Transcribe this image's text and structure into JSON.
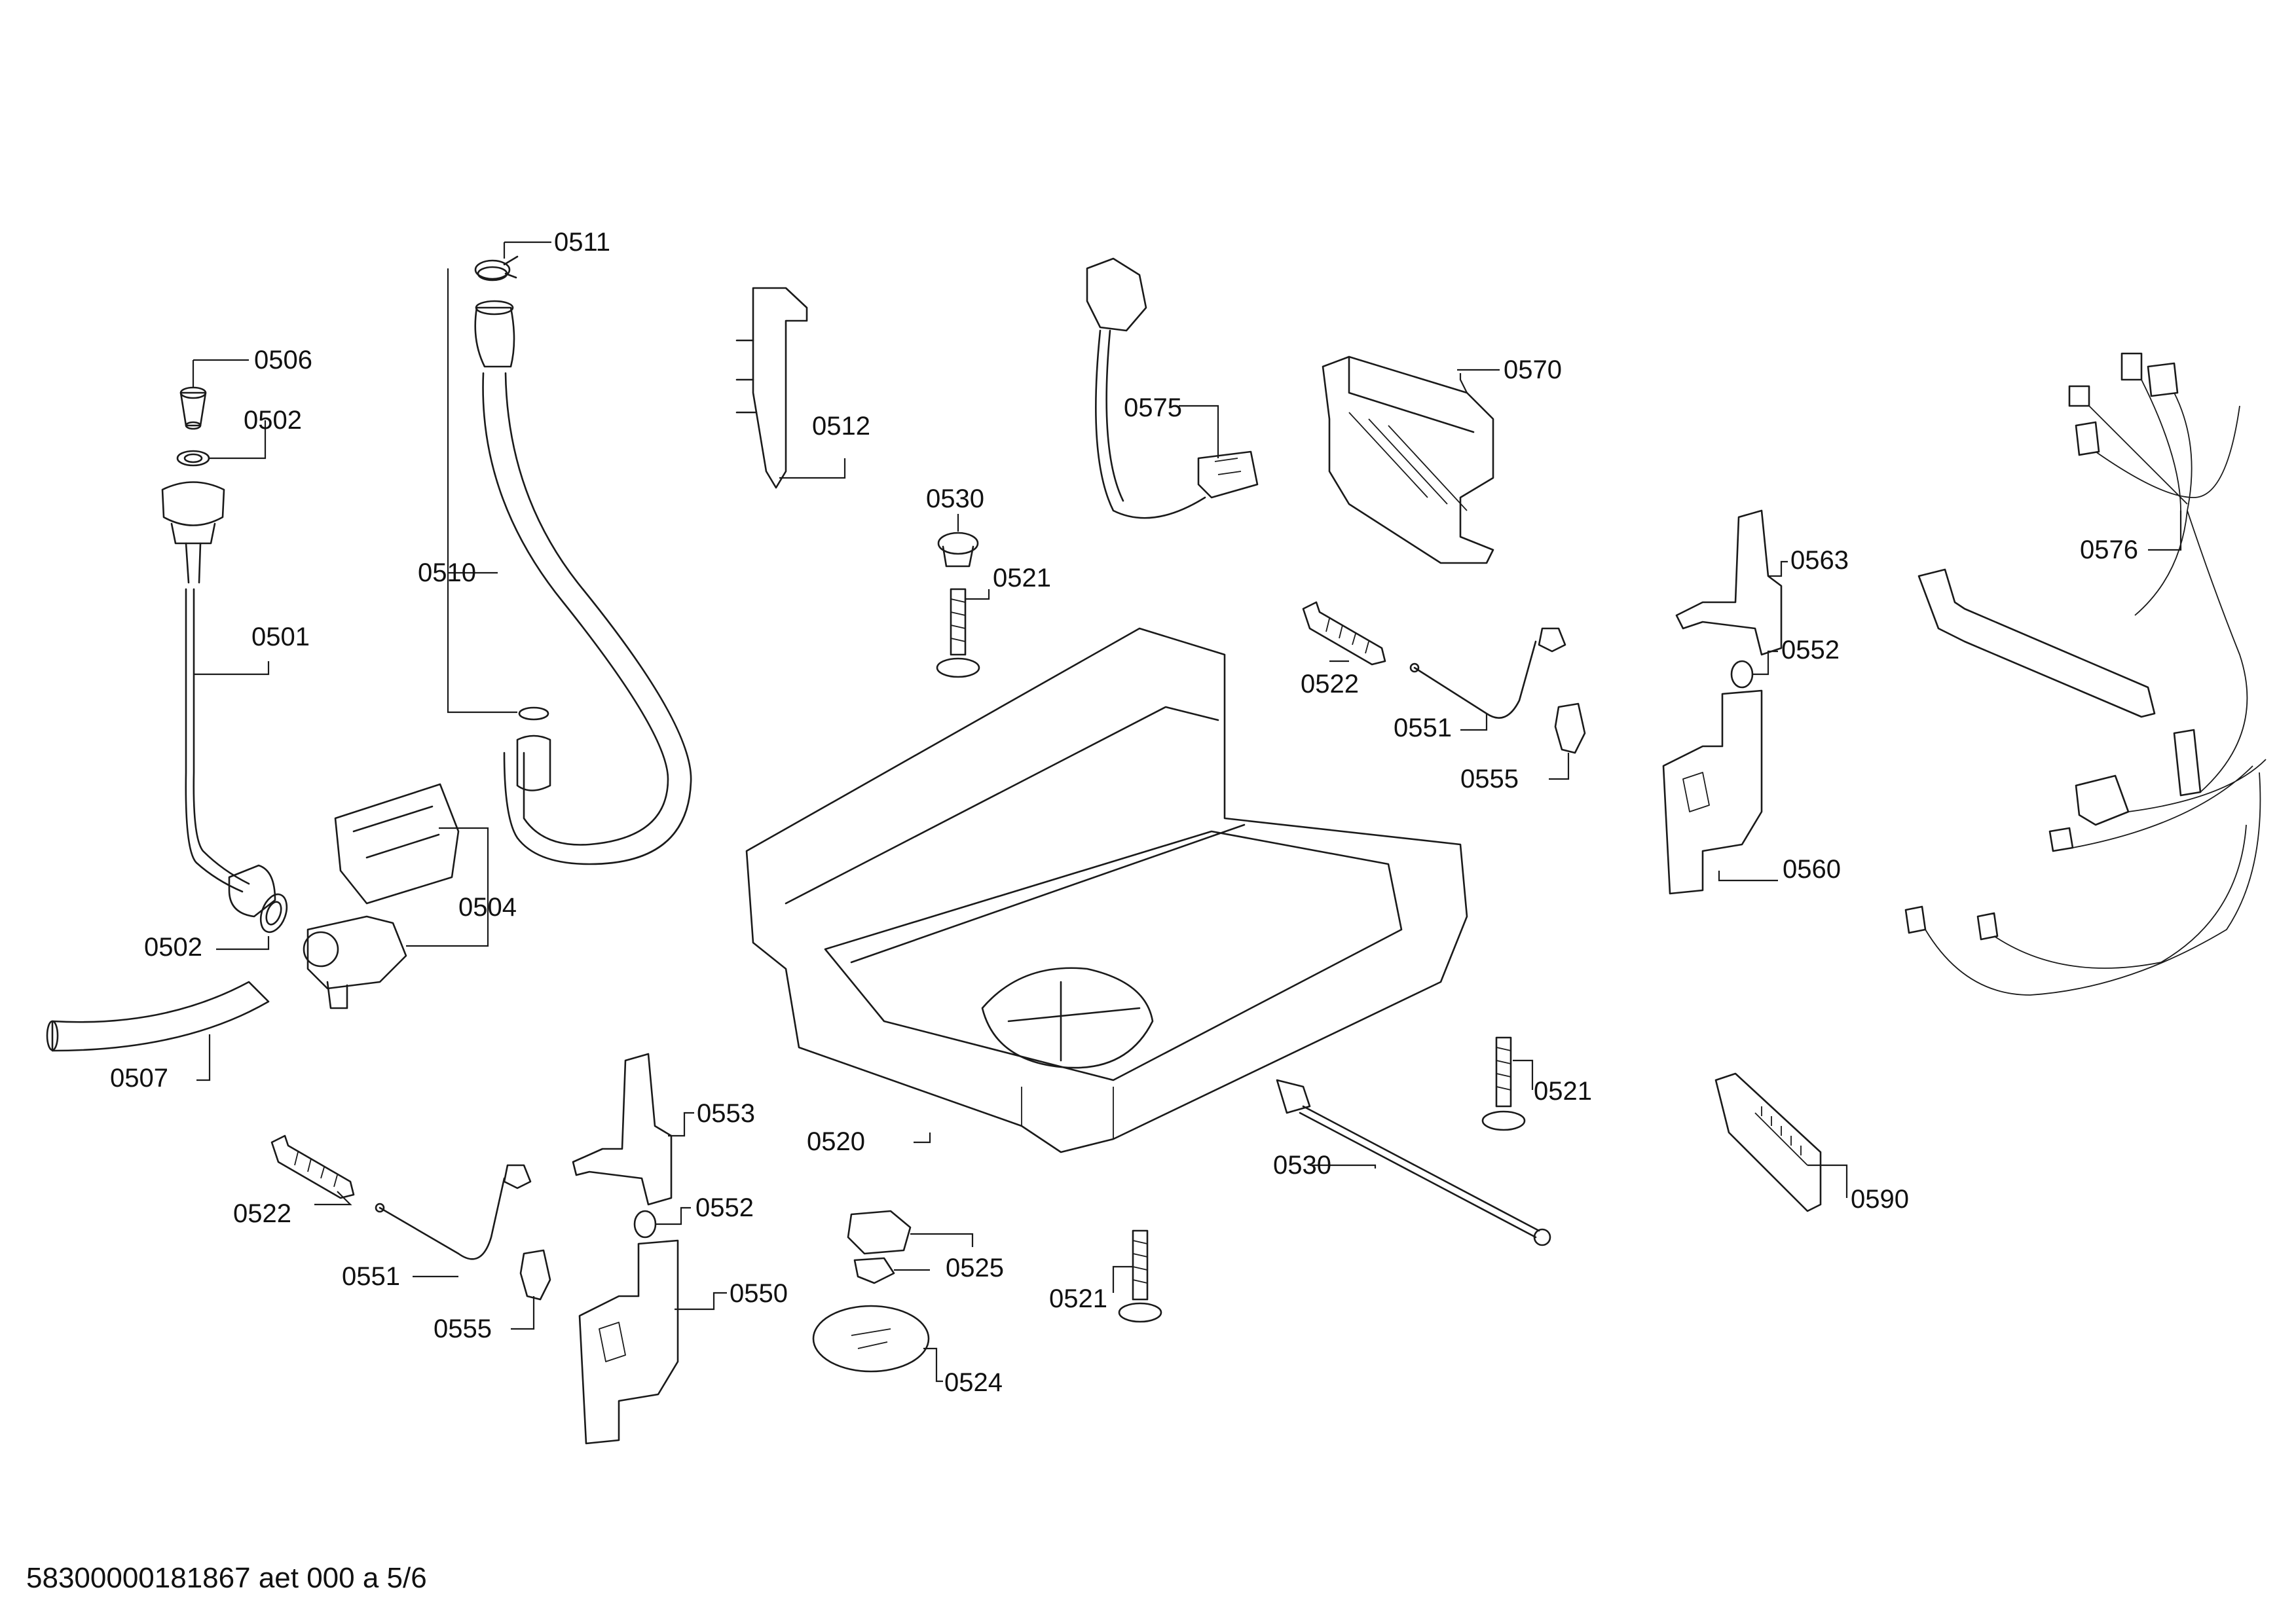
{
  "document": {
    "footer_text": "58300000181867 aet 000 a 5/6"
  },
  "callouts": {
    "c0511": "0511",
    "c0506": "0506",
    "c0502a": "0502",
    "c0501": "0501",
    "c0510": "0510",
    "c0512": "0512",
    "c0575": "0575",
    "c0570": "0570",
    "c0530a": "0530",
    "c0521a": "0521",
    "c0522a": "0522",
    "c0551a": "0551",
    "c0555a": "0555",
    "c0563": "0563",
    "c0552a": "0552",
    "c0560": "0560",
    "c0576": "0576",
    "c0504": "0504",
    "c0502b": "0502",
    "c0507": "0507",
    "c0520": "0520",
    "c0553": "0553",
    "c0552b": "0552",
    "c0550": "0550",
    "c0522b": "0522",
    "c0551b": "0551",
    "c0555b": "0555",
    "c0525": "0525",
    "c0524": "0524",
    "c0521b": "0521",
    "c0521c": "0521",
    "c0530b": "0530",
    "c0590": "0590"
  }
}
